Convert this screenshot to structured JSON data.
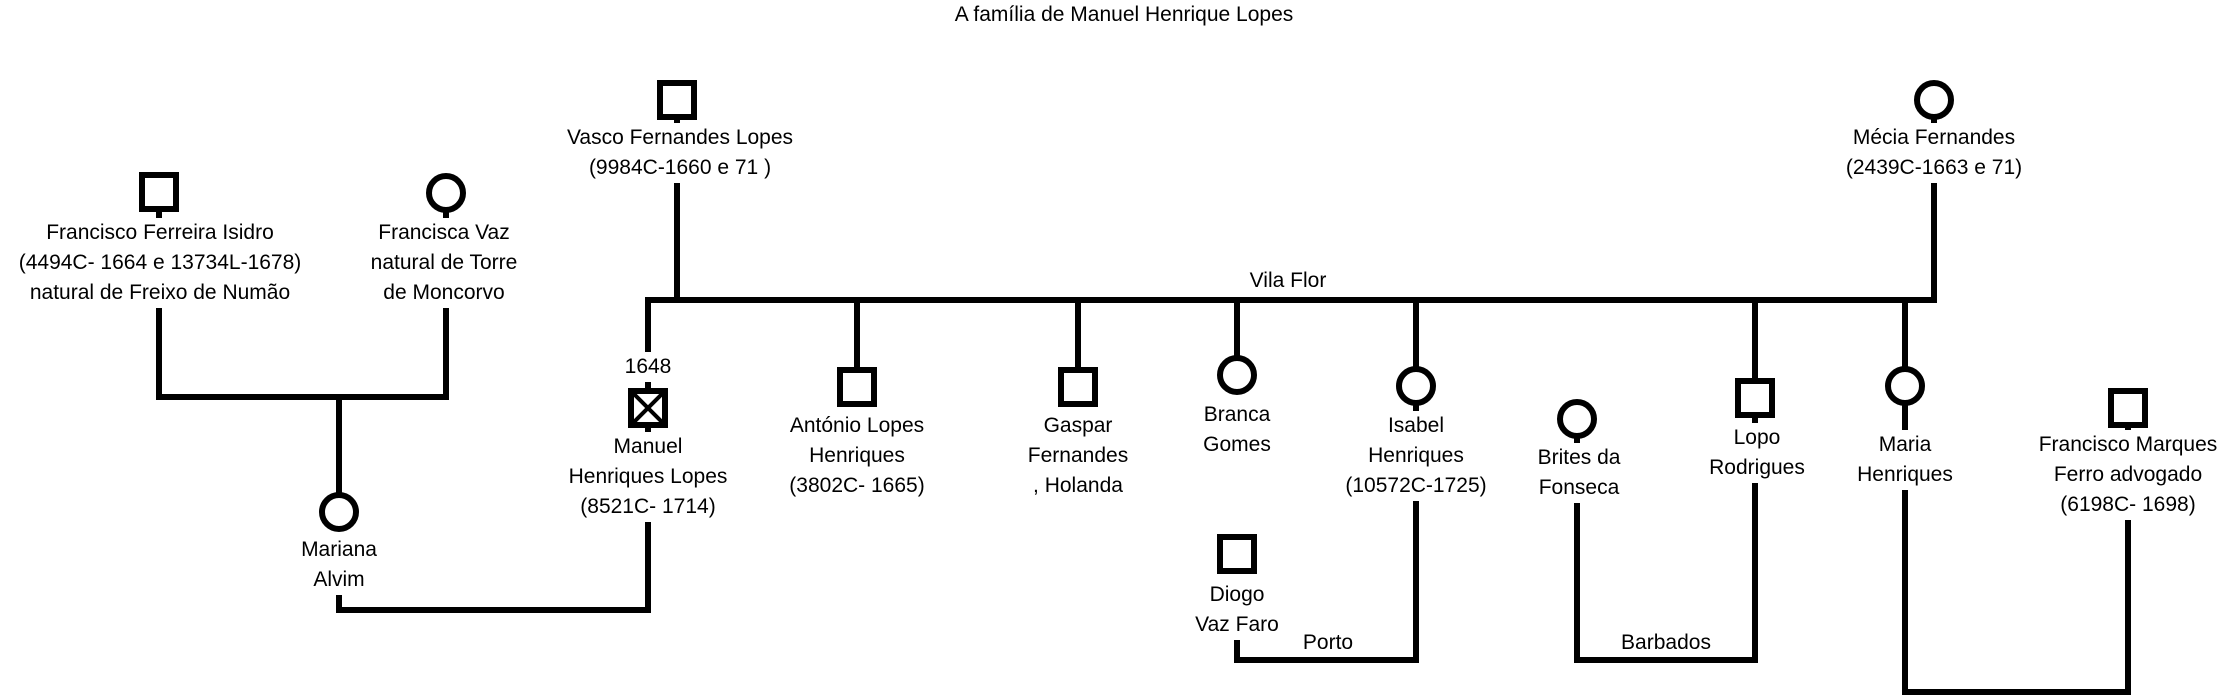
{
  "title": "A família de Manuel Henrique Lopes",
  "people": {
    "vasco": {
      "lines": [
        "Vasco Fernandes Lopes",
        "(9984C-1660 e 71  )"
      ],
      "sex": "male"
    },
    "mecia": {
      "lines": [
        "Mécia Fernandes",
        "(2439C-1663 e 71)"
      ],
      "sex": "female"
    },
    "francisco_isidro": {
      "lines": [
        "Francisco Ferreira Isidro",
        "(4494C- 1664 e 13734L-1678)",
        "natural de Freixo de Numão"
      ],
      "sex": "male"
    },
    "francisca_vaz": {
      "lines": [
        "Francisca Vaz",
        "natural de Torre",
        "de Moncorvo"
      ],
      "sex": "female"
    },
    "mariana": {
      "lines": [
        "Mariana",
        "Alvim"
      ],
      "sex": "female"
    },
    "manuel": {
      "lines": [
        "Manuel",
        "Henriques Lopes",
        "(8521C- 1714)"
      ],
      "sex": "male",
      "year": "1648"
    },
    "antonio": {
      "lines": [
        "António Lopes",
        "Henriques",
        "(3802C- 1665)"
      ],
      "sex": "male"
    },
    "gaspar": {
      "lines": [
        "Gaspar",
        "Fernandes",
        ", Holanda"
      ],
      "sex": "male"
    },
    "branca": {
      "lines": [
        "Branca",
        "Gomes"
      ],
      "sex": "female"
    },
    "isabel": {
      "lines": [
        "Isabel",
        "Henriques",
        "(10572C-1725)"
      ],
      "sex": "female"
    },
    "diogo": {
      "lines": [
        "Diogo",
        "Vaz Faro"
      ],
      "sex": "male"
    },
    "brites": {
      "lines": [
        "Brites da",
        "Fonseca"
      ],
      "sex": "female"
    },
    "lopo": {
      "lines": [
        "Lopo",
        "Rodrigues"
      ],
      "sex": "male"
    },
    "maria": {
      "lines": [
        "Maria",
        "Henriques"
      ],
      "sex": "female"
    },
    "francisco_marques": {
      "lines": [
        "Francisco Marques",
        "Ferro advogado",
        "(6198C- 1698)"
      ],
      "sex": "male"
    }
  },
  "places": {
    "vila_flor": "Vila Flor",
    "porto": "Porto",
    "barbados": "Barbados"
  }
}
